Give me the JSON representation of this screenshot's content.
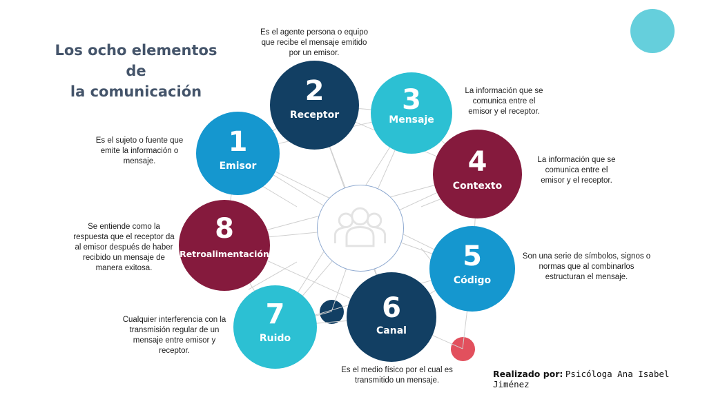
{
  "title": {
    "line1": "Los ocho elementos de",
    "line2": "la comunicación"
  },
  "colors": {
    "dark_blue": "#123f63",
    "cyan": "#2cc0d3",
    "maroon": "#851a3d",
    "blue": "#1597cf",
    "light_cyan_deco": "#65cfdc",
    "red_deco": "#e2505d",
    "lines": "#c9c9c9"
  },
  "elements": [
    {
      "number": "1",
      "name": "Emisor",
      "color": "#1597cf",
      "description": [
        "Es el sujeto o fuente que",
        "emite la información o",
        "mensaje."
      ]
    },
    {
      "number": "2",
      "name": "Receptor",
      "color": "#123f63",
      "description": [
        "Es el agente persona o equipo",
        "que recibe el mensaje emitido",
        "por un emisor."
      ]
    },
    {
      "number": "3",
      "name": "Mensaje",
      "color": "#2cc0d3",
      "description": [
        "La información que se",
        "comunica entre el",
        "emisor y el receptor."
      ]
    },
    {
      "number": "4",
      "name": "Contexto",
      "color": "#851a3d",
      "description": [
        "La información que se",
        "comunica entre el",
        "emisor y el receptor."
      ]
    },
    {
      "number": "5",
      "name": "Código",
      "color": "#1597cf",
      "description": [
        "Son una serie de símbolos, signos o",
        "normas que al combinarlos",
        "estructuran el mensaje."
      ]
    },
    {
      "number": "6",
      "name": "Canal",
      "color": "#123f63",
      "description": [
        "Es el medio físico por el cual es",
        "transmitido un mensaje."
      ]
    },
    {
      "number": "7",
      "name": "Ruido",
      "color": "#2cc0d3",
      "description": [
        "Cualquier interferencia  con la",
        "transmisión regular de un",
        "mensaje entre emisor y",
        "receptor."
      ]
    },
    {
      "number": "8",
      "name": "Retroalimentación",
      "color": "#851a3d",
      "description": [
        "Se entiende como la",
        "respuesta que el receptor da",
        "al emisor después de haber",
        "recibido un mensaje de",
        "manera exitosa."
      ]
    }
  ],
  "credit": {
    "label": "Realizado por:",
    "author": "Psicóloga Ana Isabel Jiménez"
  },
  "icons": {
    "center": "people-group-icon"
  }
}
